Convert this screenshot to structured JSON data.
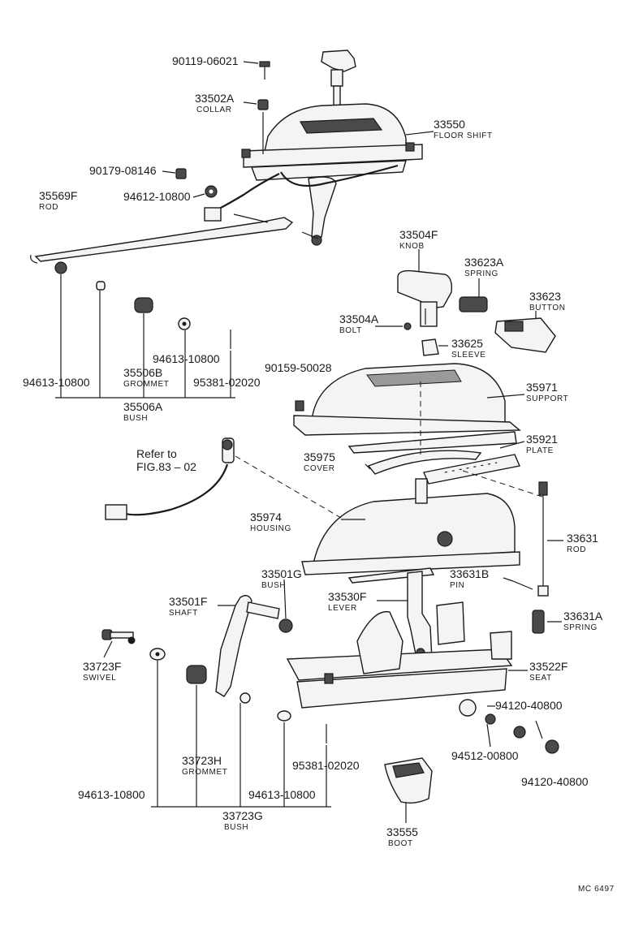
{
  "diagram_id": "MC 6497",
  "refer_text": "Refer to",
  "refer_fig": "FIG.83 – 02",
  "parts": [
    {
      "number": "90119-06021",
      "name": ""
    },
    {
      "number": "33502A",
      "name": "COLLAR"
    },
    {
      "number": "33550",
      "name": "FLOOR SHIFT"
    },
    {
      "number": "90179-08146",
      "name": ""
    },
    {
      "number": "94612-10800",
      "name": ""
    },
    {
      "number": "35569F",
      "name": "ROD"
    },
    {
      "number": "33504F",
      "name": "KNOB"
    },
    {
      "number": "33623A",
      "name": "SPRING"
    },
    {
      "number": "33623",
      "name": "BUTTON"
    },
    {
      "number": "33504A",
      "name": "BOLT"
    },
    {
      "number": "33625",
      "name": "SLEEVE"
    },
    {
      "number": "94613-10800",
      "name": ""
    },
    {
      "number": "35506B",
      "name": "GROMMET"
    },
    {
      "number": "94613-10800",
      "name": ""
    },
    {
      "number": "95381-02020",
      "name": ""
    },
    {
      "number": "35506A",
      "name": "BUSH"
    },
    {
      "number": "90159-50028",
      "name": ""
    },
    {
      "number": "35971",
      "name": "SUPPORT"
    },
    {
      "number": "35921",
      "name": "PLATE"
    },
    {
      "number": "35975",
      "name": "COVER"
    },
    {
      "number": "35974",
      "name": "HOUSING"
    },
    {
      "number": "33631",
      "name": "ROD"
    },
    {
      "number": "33501G",
      "name": "BUSH"
    },
    {
      "number": "33631B",
      "name": "PIN"
    },
    {
      "number": "33501F",
      "name": "SHAFT"
    },
    {
      "number": "33530F",
      "name": "LEVER"
    },
    {
      "number": "33631A",
      "name": "SPRING"
    },
    {
      "number": "33723F",
      "name": "SWIVEL"
    },
    {
      "number": "33522F",
      "name": "SEAT"
    },
    {
      "number": "94120-40800",
      "name": ""
    },
    {
      "number": "33723H",
      "name": "GROMMET"
    },
    {
      "number": "95381-02020",
      "name": ""
    },
    {
      "number": "94512-00800",
      "name": ""
    },
    {
      "number": "94120-40800",
      "name": ""
    },
    {
      "number": "94613-10800",
      "name": ""
    },
    {
      "number": "94613-10800",
      "name": ""
    },
    {
      "number": "33723G",
      "name": "BUSH"
    },
    {
      "number": "33555",
      "name": "BOOT"
    }
  ]
}
